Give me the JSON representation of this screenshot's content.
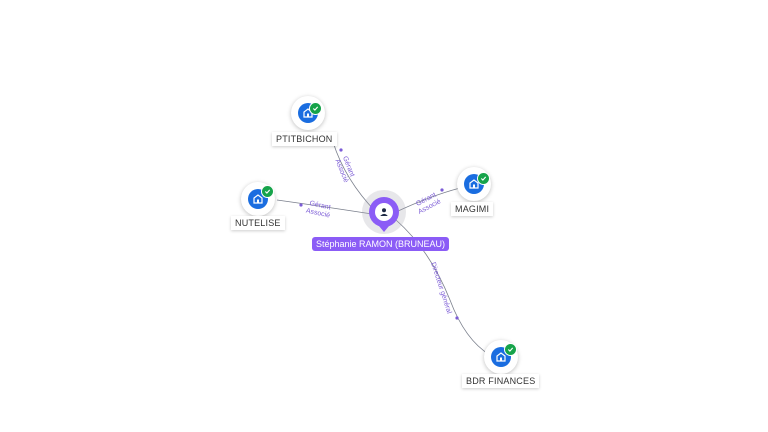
{
  "person": {
    "name": "Stéphanie RAMON (BRUNEAU)",
    "icon": "person-icon",
    "color": "#8b5cf6"
  },
  "companies": [
    {
      "id": "ptitbichon",
      "name": "PTITBICHON",
      "icon": "building-icon",
      "status_icon": "check-icon"
    },
    {
      "id": "nutelise",
      "name": "NUTELISE",
      "icon": "building-icon",
      "status_icon": "check-icon"
    },
    {
      "id": "magimi",
      "name": "MAGIMI",
      "icon": "building-icon",
      "status_icon": "check-icon"
    },
    {
      "id": "bdr-finances",
      "name": "BDR FINANCES",
      "icon": "building-icon",
      "status_icon": "check-icon"
    }
  ],
  "relations": [
    {
      "to": "ptitbichon",
      "roles": [
        "Gérant",
        "Associé"
      ]
    },
    {
      "to": "nutelise",
      "roles": [
        "Gérant",
        "Associé"
      ]
    },
    {
      "to": "magimi",
      "roles": [
        "Gérant",
        "Associé"
      ]
    },
    {
      "to": "bdr-finances",
      "roles": [
        "Directeur général"
      ]
    }
  ],
  "colors": {
    "company": "#1a6de0",
    "active": "#16a34a",
    "edge": "#7a7f8c",
    "edge_label": "#7c5cd6"
  }
}
